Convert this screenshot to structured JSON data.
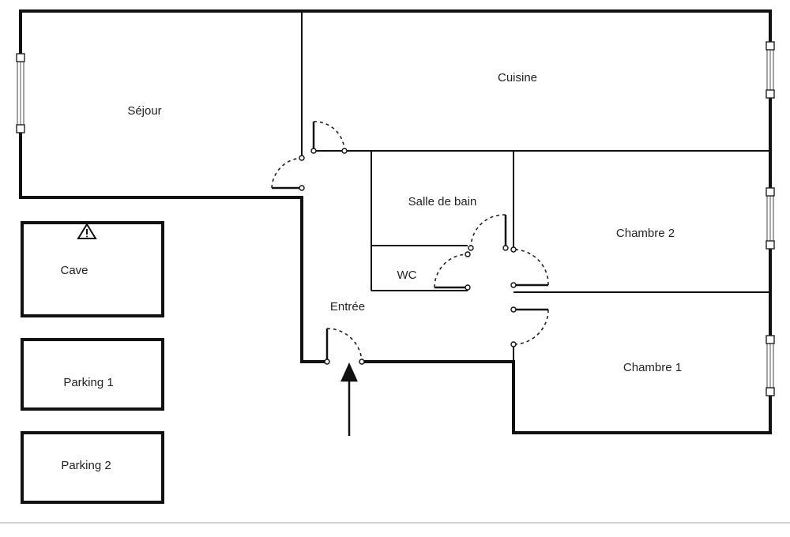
{
  "plan": {
    "rooms": [
      {
        "key": "sejour",
        "label": "Séjour"
      },
      {
        "key": "cuisine",
        "label": "Cuisine"
      },
      {
        "key": "salle_de_bain",
        "label": "Salle de bain"
      },
      {
        "key": "wc",
        "label": "WC"
      },
      {
        "key": "chambre2",
        "label": "Chambre 2"
      },
      {
        "key": "entree",
        "label": "Entrée"
      },
      {
        "key": "chambre1",
        "label": "Chambre 1"
      }
    ],
    "annexes": [
      {
        "key": "cave",
        "label": "Cave"
      },
      {
        "key": "parking1",
        "label": "Parking 1"
      },
      {
        "key": "parking2",
        "label": "Parking 2"
      }
    ],
    "symbols": {
      "entrance_arrow": "arrow-up-icon",
      "cave_marker": "warning-triangle-icon"
    }
  }
}
